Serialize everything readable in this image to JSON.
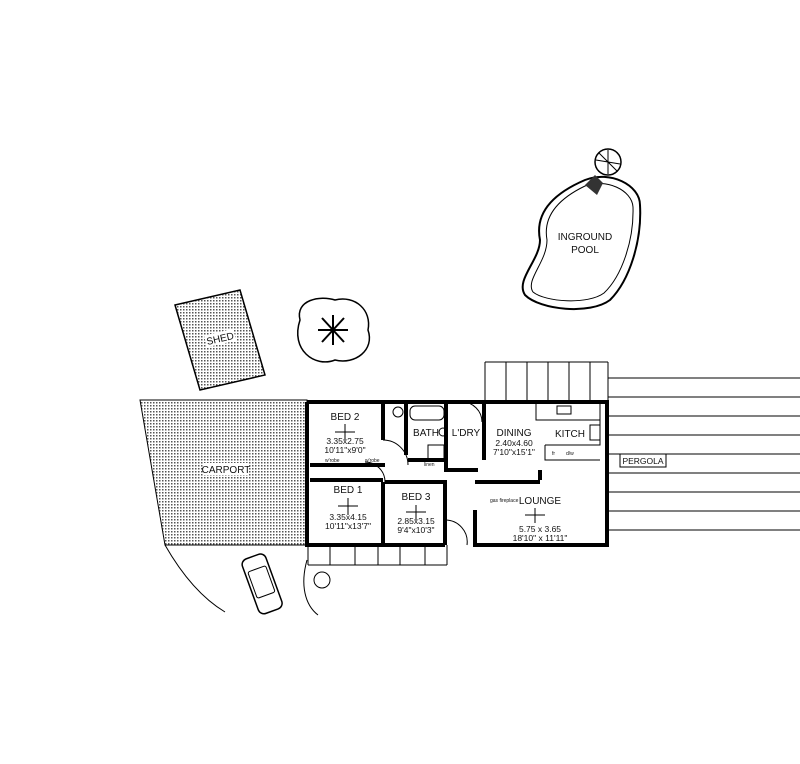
{
  "labels": {
    "pool": [
      "INGROUND",
      "POOL"
    ],
    "shed": "SHED",
    "carport": "CARPORT",
    "pergola": "PERGOLA"
  },
  "rooms": {
    "bed2": {
      "name": "BED 2",
      "metric": "3.35x2.75",
      "imperial": "10'11\"x9'0\""
    },
    "bed1": {
      "name": "BED 1",
      "metric": "3.35x4.15",
      "imperial": "10'11\"x13'7\""
    },
    "bed3": {
      "name": "BED 3",
      "metric": "2.85x3.15",
      "imperial": "9'4\"x10'3\""
    },
    "bath": {
      "name": "BATH"
    },
    "laundry": {
      "name": "L'DRY"
    },
    "dining": {
      "name": "DINING",
      "metric": "2.40x4.60",
      "imperial": "7'10\"x15'1\""
    },
    "kitchen": {
      "name": "KITCH"
    },
    "lounge": {
      "name": "LOUNGE",
      "metric": "5.75 x 3.65",
      "imperial": "18'10\" x 11'11\""
    }
  },
  "fixtures": {
    "wrobe": "w'robe",
    "linen": "linen",
    "fireplace": "gas fireplace",
    "fridge": "fr",
    "dishwasher": "d/w"
  }
}
